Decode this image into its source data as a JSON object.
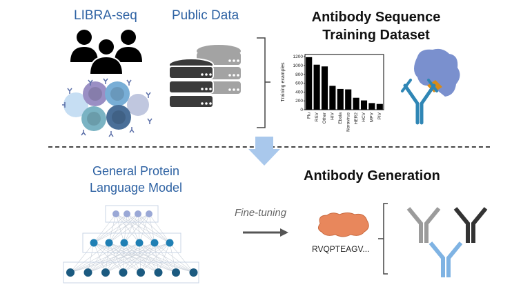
{
  "top": {
    "libra_label": "LIBRA-seq",
    "public_label": "Public Data",
    "dataset_title_line1": "Antibody Sequence",
    "dataset_title_line2": "Training Dataset"
  },
  "bottom": {
    "plm_line1": "General Protein",
    "plm_line2": "Language Model",
    "finetune_label": "Fine-tuning",
    "generation_title": "Antibody Generation",
    "sequence": "RVQPTEAGV..."
  },
  "colors": {
    "title_blue": "#2e62a3",
    "arrow_blue": "#a9c8ec",
    "antibody_blue": "#2f86b5",
    "antigen": "#6b84c9",
    "epitope": "#d98b17",
    "protein_orange": "#e8875c",
    "gen_gray": "#9b9b9b",
    "gen_black": "#333333",
    "gen_blue": "#7fb3e3",
    "nn_top": "#9aa8d6",
    "nn_mid": "#1f7fb4",
    "nn_bot": "#1b5a80"
  },
  "chart_data": {
    "type": "bar",
    "title": "",
    "xlabel": "",
    "ylabel": "Training examples",
    "categories": [
      "Flu",
      "RSV",
      "Other",
      "HIV",
      "Ebola",
      "Norovirus",
      "HER2",
      "HCV",
      "MPV",
      "PIV"
    ],
    "values": [
      1190,
      1020,
      980,
      540,
      470,
      460,
      270,
      210,
      150,
      130
    ],
    "ylim": [
      0,
      1250
    ],
    "yticks": [
      0,
      200,
      400,
      600,
      800,
      1000,
      1200
    ],
    "grid": false
  }
}
